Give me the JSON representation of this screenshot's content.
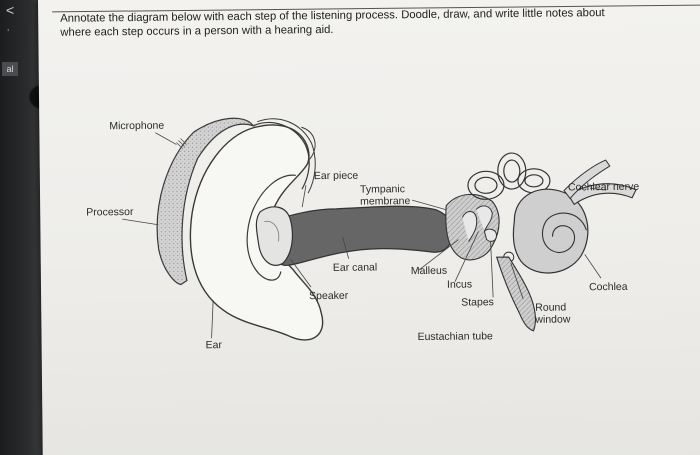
{
  "instructions": {
    "line1": "Annotate the diagram below with each step of the listening process. Doodle, draw, and write little notes about",
    "line2": "where each step occurs in a person with a hearing aid."
  },
  "labels": {
    "microphone": "Microphone",
    "processor": "Processor",
    "ear": "Ear",
    "ear_piece": "Ear piece",
    "tympanic_1": "Tympanic",
    "tympanic_2": "membrane",
    "ear_canal": "Ear canal",
    "speaker": "Speaker",
    "malleus": "Malleus",
    "incus": "Incus",
    "stapes": "Stapes",
    "eustachian_tube": "Eustachian tube",
    "round_1": "Round",
    "round_2": "window",
    "cochlear_nerve": "Cochlear nerve",
    "cochlea": "Cochlea"
  },
  "laptop": {
    "label": "al",
    "chevron": "<",
    "tick": "’"
  },
  "colors": {
    "paper": "#f0efec",
    "ink": "#2a2a2a",
    "canal": "#666666",
    "inner_ear": "#cfcfcf",
    "bone": "#d8d8d8"
  }
}
